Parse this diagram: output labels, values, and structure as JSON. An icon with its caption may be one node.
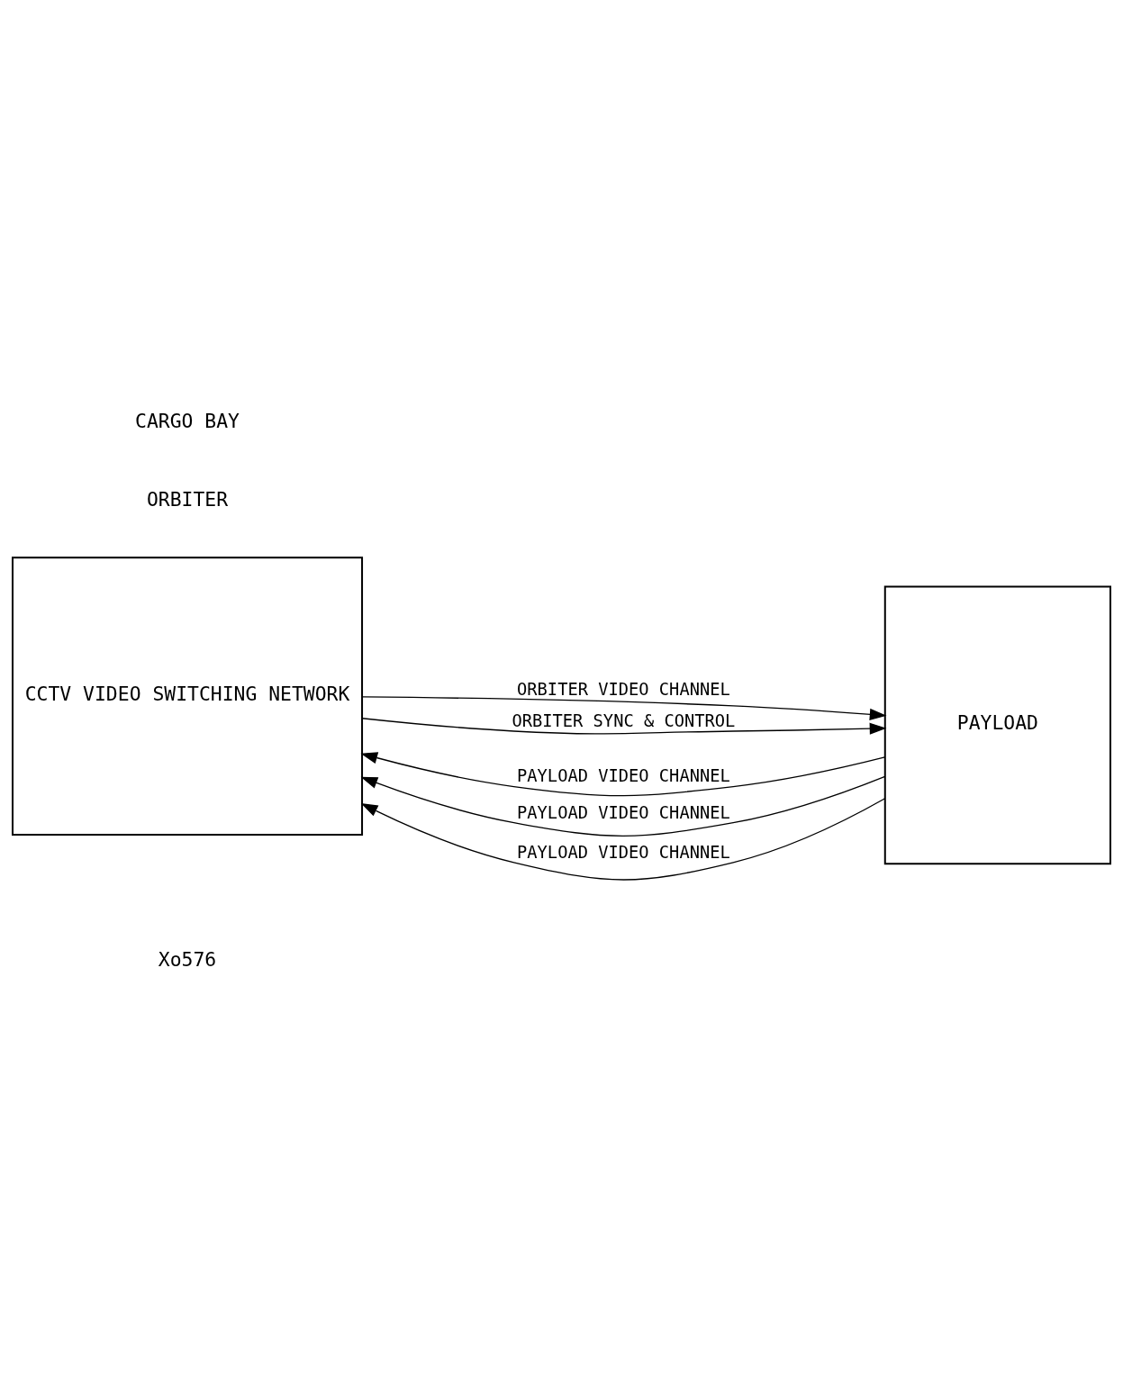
{
  "diagram": {
    "nodes": [
      {
        "text": [
          "CCTV VIDEO SWITCHING NETWORK"
        ]
      },
      {
        "text": [
          "PAYLOAD"
        ]
      }
    ],
    "edges": [
      {
        "from": 1,
        "to": 0,
        "arrow": "to",
        "label": "PAYLOAD VIDEO CHANNEL"
      },
      {
        "from": 1,
        "to": 0,
        "arrow": "to",
        "label": "PAYLOAD VIDEO CHANNEL"
      },
      {
        "from": 1,
        "to": 0,
        "arrow": "to",
        "label": "PAYLOAD VIDEO CHANNEL"
      },
      {
        "from": 0,
        "to": 1,
        "arrow": "to",
        "label": "ORBITER VIDEO CHANNEL"
      },
      {
        "from": 0,
        "to": 1,
        "arrow": "to",
        "label": "ORBITER SYNC & CONTROL"
      }
    ],
    "labels": [
      "Xo576",
      "ORBITER",
      "CARGO BAY"
    ]
  }
}
